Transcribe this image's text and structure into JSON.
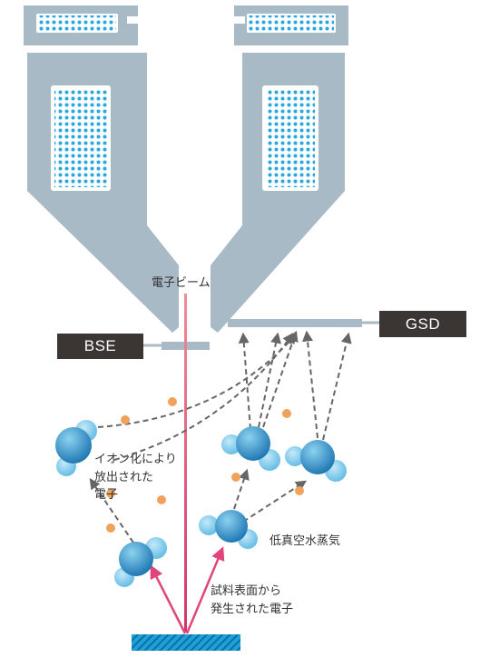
{
  "colors": {
    "column": "#a8bac6",
    "coil_dot": "#29a8e0",
    "beam_top": "#f08c9a",
    "beam_bottom": "#d0356a",
    "label_box": "#3b3533",
    "electron": "#f0a25a",
    "arrow": "#666666",
    "emission_arrow": "#e0457b",
    "sample": "#1fa0d8",
    "molecule_dark": "#1670ae",
    "molecule_light": "#8cd2f0",
    "text": "#333333"
  },
  "labels": {
    "beam": "電子ビーム",
    "bse": "BSE",
    "gsd": "GSD",
    "ionized": "イオン化により\n放出された\n電子",
    "vapor": "低真空水蒸気",
    "emitted": "試料表面から\n発生された電子"
  },
  "icons": {
    "molecule": "water-molecule-icon",
    "electron": "electron-dot-icon",
    "sample": "sample-stage-icon"
  }
}
